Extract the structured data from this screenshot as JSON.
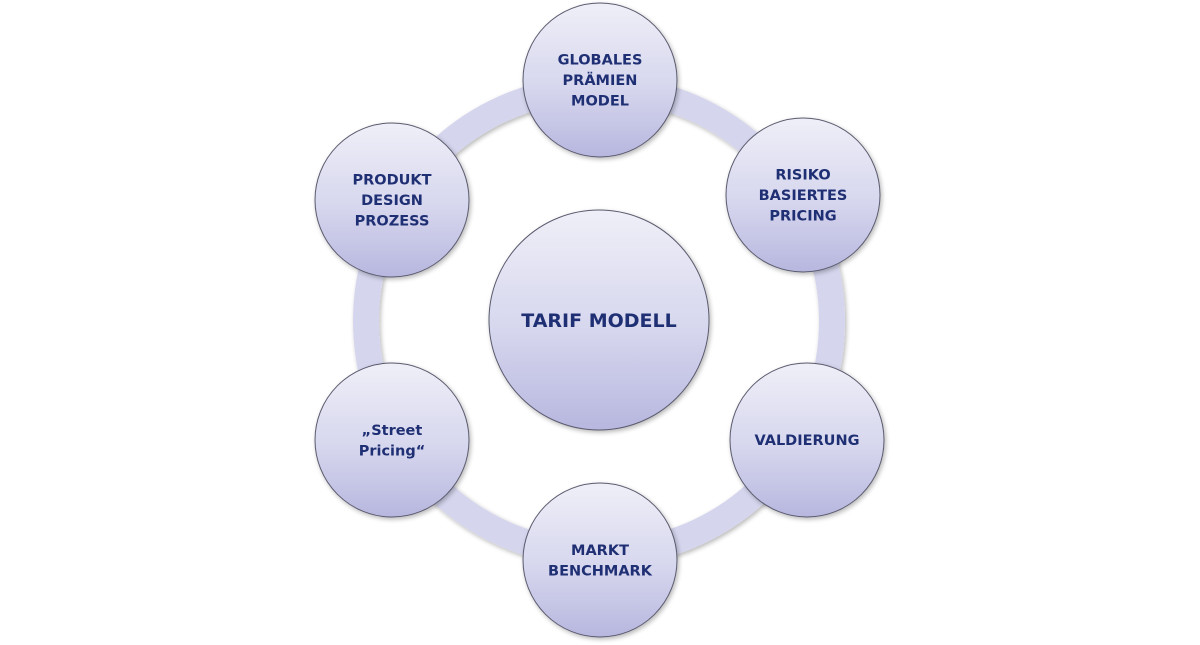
{
  "diagram": {
    "center": {
      "label": "TARIF MODELL"
    },
    "nodes": [
      {
        "id": "globales-praemien-model",
        "lines": [
          "GLOBALES",
          "PRÄMIEN",
          "MODEL"
        ]
      },
      {
        "id": "risiko-basiertes-pricing",
        "lines": [
          "RISIKO",
          "BASIERTES",
          "PRICING"
        ]
      },
      {
        "id": "valdierung",
        "lines": [
          "VALDIERUNG"
        ]
      },
      {
        "id": "markt-benchmark",
        "lines": [
          "MARKT",
          "BENCHMARK"
        ]
      },
      {
        "id": "street-pricing",
        "lines": [
          "„Street",
          "Pricing“"
        ]
      },
      {
        "id": "produkt-design-prozess",
        "lines": [
          "PRODUKT",
          "DESIGN",
          "PROZESS"
        ]
      }
    ],
    "colors": {
      "text": "#1f2f73",
      "circle_top": "#eeeef7",
      "circle_bottom": "#b9b9e0",
      "ring": "#d4d4ee",
      "stroke": "#5a5a6e"
    }
  }
}
